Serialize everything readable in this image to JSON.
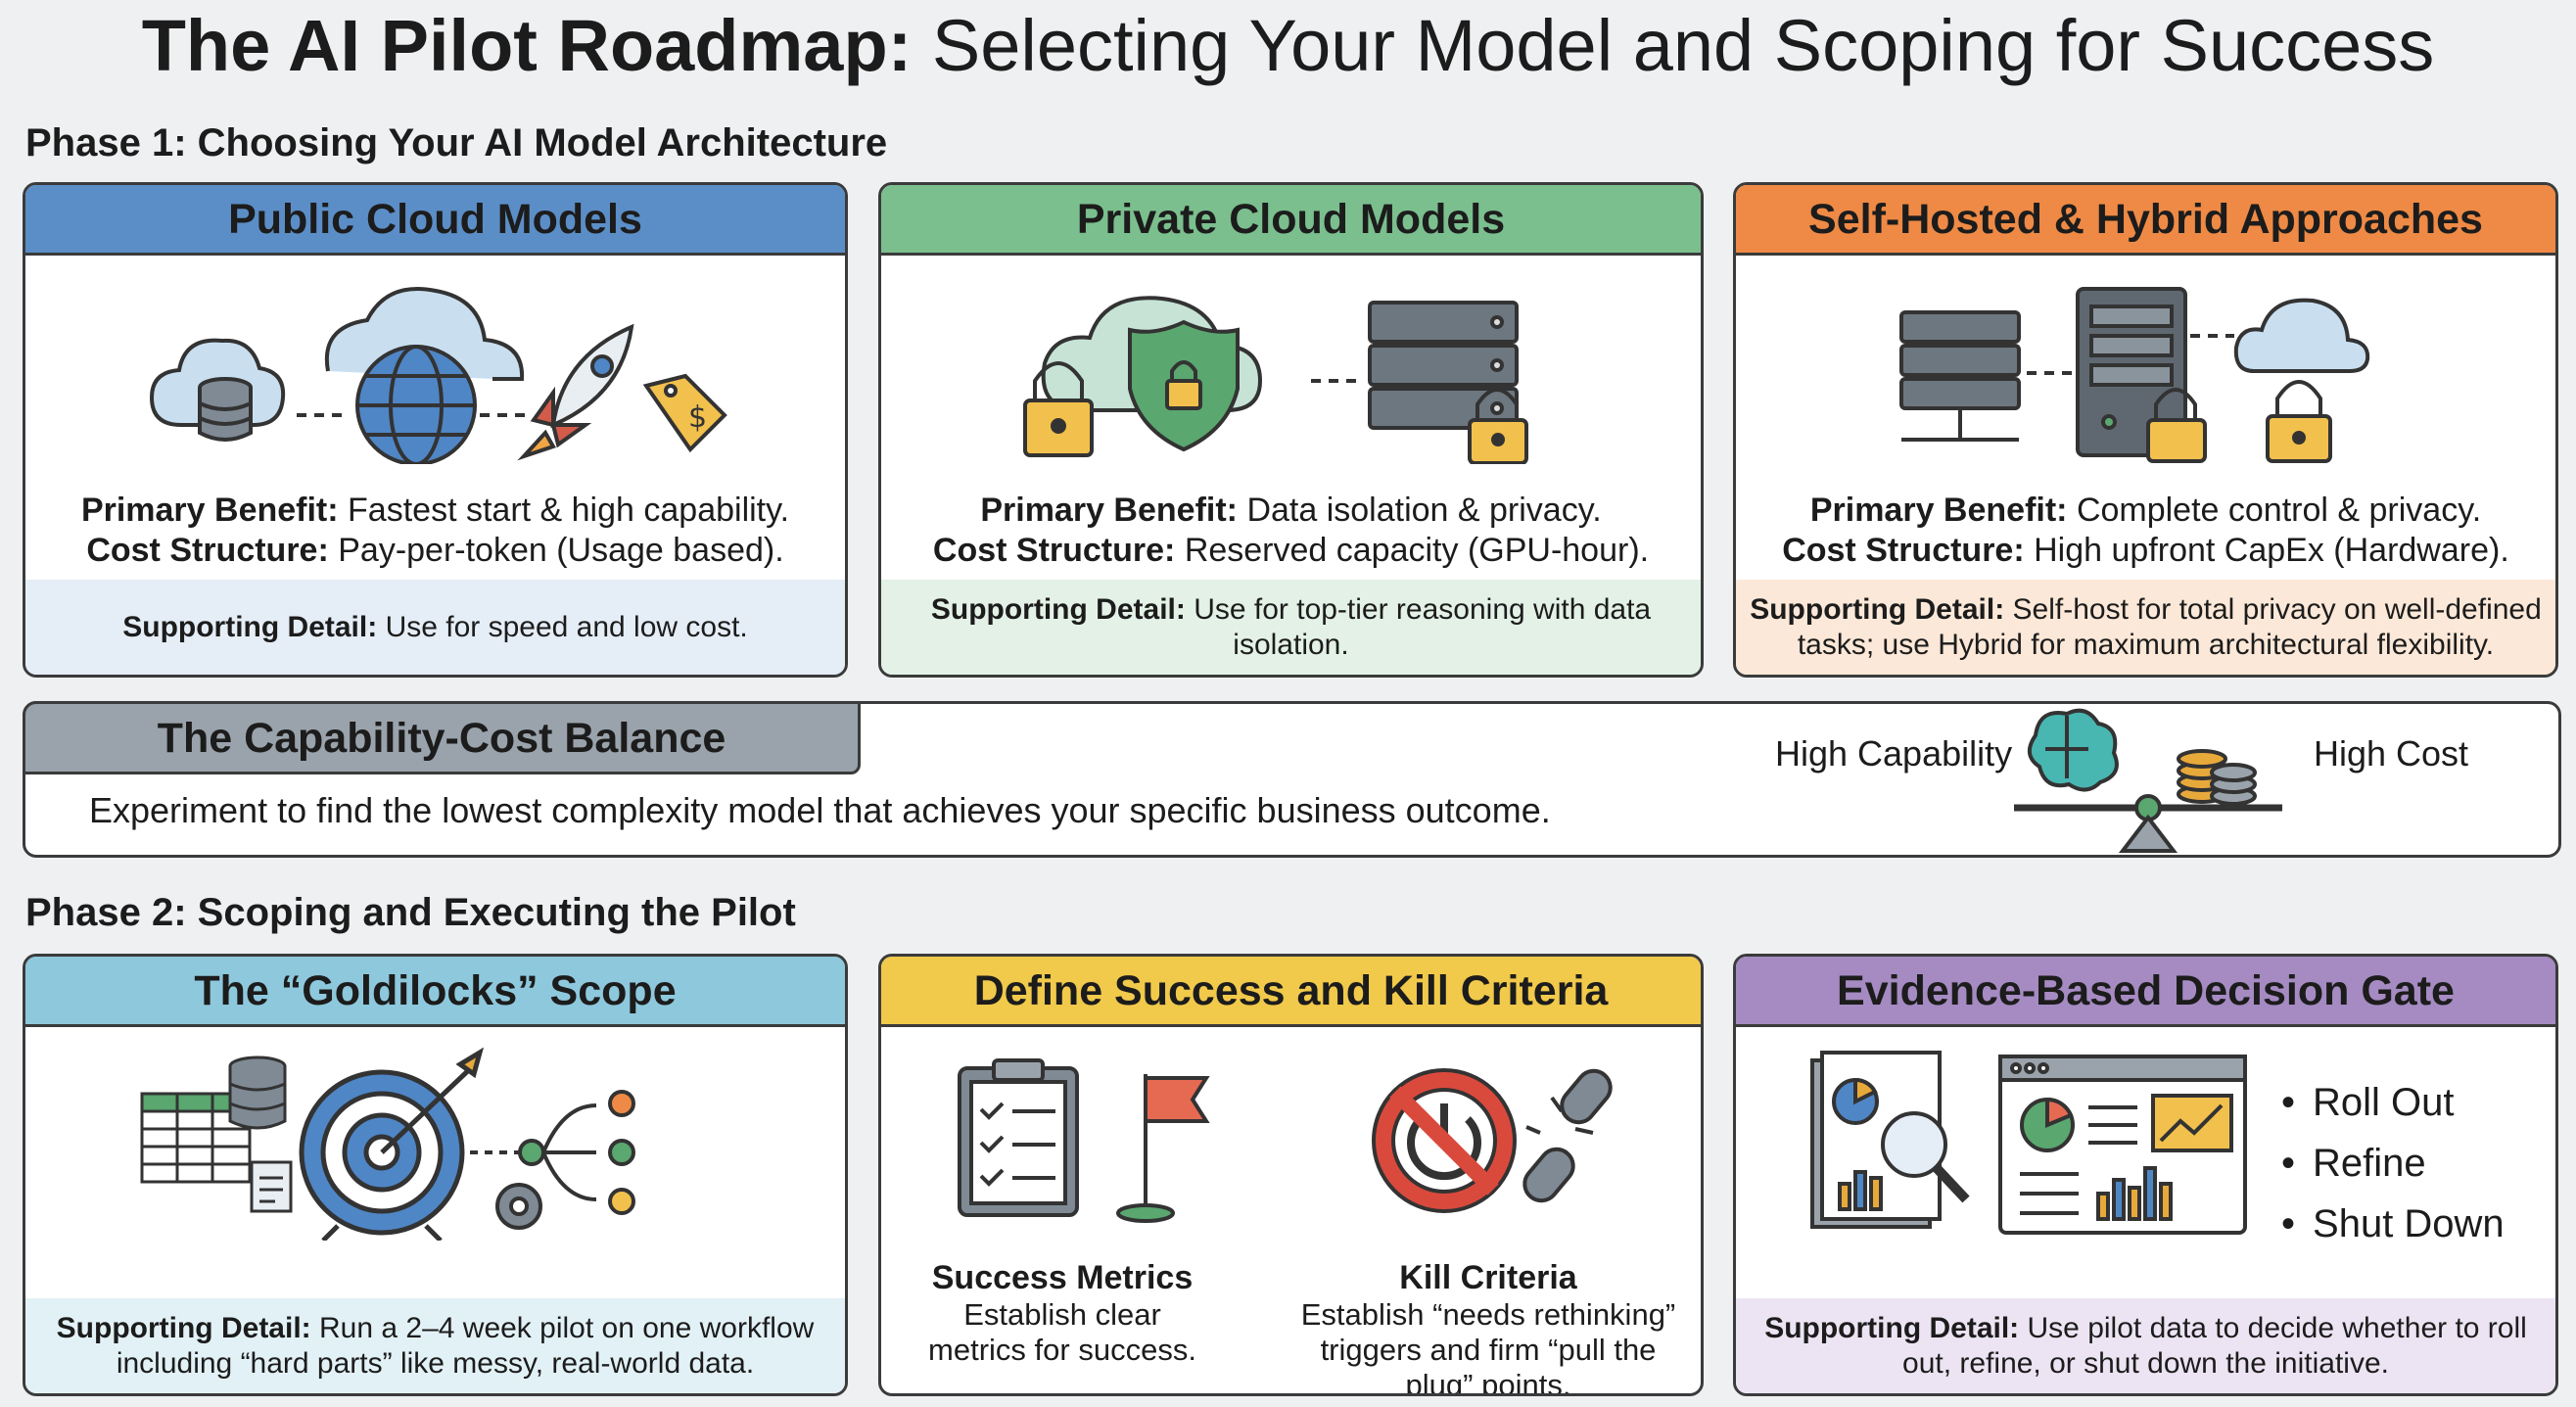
{
  "title": {
    "bold": "The AI Pilot Roadmap:",
    "rest": "Selecting Your Model and Scoping for Success"
  },
  "phase1": {
    "heading": "Phase 1: Choosing Your AI Model Architecture",
    "cards": [
      {
        "title": "Public Cloud Models",
        "benefit_label": "Primary Benefit:",
        "benefit": "Fastest start & high capability.",
        "cost_label": "Cost Structure:",
        "cost": "Pay-per-token (Usage based).",
        "support_label": "Supporting Detail:",
        "support": "Use for speed and low cost.",
        "header_color": "#5b8ec7",
        "support_color": "#e5edf6"
      },
      {
        "title": "Private Cloud Models",
        "benefit_label": "Primary Benefit:",
        "benefit": "Data isolation & privacy.",
        "cost_label": "Cost Structure:",
        "cost": "Reserved capacity (GPU-hour).",
        "support_label": "Supporting Detail:",
        "support": "Use for top-tier reasoning with data isolation.",
        "header_color": "#7bbf8e",
        "support_color": "#e3f1e6"
      },
      {
        "title": "Self-Hosted & Hybrid Approaches",
        "benefit_label": "Primary Benefit:",
        "benefit": "Complete control & privacy.",
        "cost_label": "Cost Structure:",
        "cost": "High upfront CapEx (Hardware).",
        "support_label": "Supporting Detail:",
        "support": "Self-host for total privacy on well-defined tasks; use Hybrid for maximum architectural flexibility.",
        "header_color": "#ee8a45",
        "support_color": "#fce8d8"
      }
    ]
  },
  "balance": {
    "title": "The Capability-Cost Balance",
    "text": "Experiment to find the lowest complexity model that achieves your specific business outcome.",
    "left_label": "High Capability",
    "right_label": "High Cost"
  },
  "phase2": {
    "heading": "Phase 2: Scoping and Executing the Pilot",
    "scope": {
      "title": "The “Goldilocks” Scope",
      "support_label": "Supporting Detail:",
      "support": "Run a 2–4 week pilot on one workflow including “hard parts” like messy, real-world data.",
      "header_color": "#8ec8dc",
      "support_color": "#e2f1f6"
    },
    "criteria": {
      "title": "Define Success and Kill Criteria",
      "success_title": "Success Metrics",
      "success_text": "Establish clear metrics for success.",
      "kill_title": "Kill Criteria",
      "kill_text": "Establish “needs rethinking” triggers and firm “pull the plug” points.",
      "header_color": "#f1c94b"
    },
    "gate": {
      "title": "Evidence-Based Decision Gate",
      "options": [
        "Roll Out",
        "Refine",
        "Shut Down"
      ],
      "support_label": "Supporting Detail:",
      "support": "Use pilot data to decide whether to roll out, refine, or shut down the initiative.",
      "header_color": "#a58bc2",
      "support_color": "#ece4f3"
    }
  }
}
